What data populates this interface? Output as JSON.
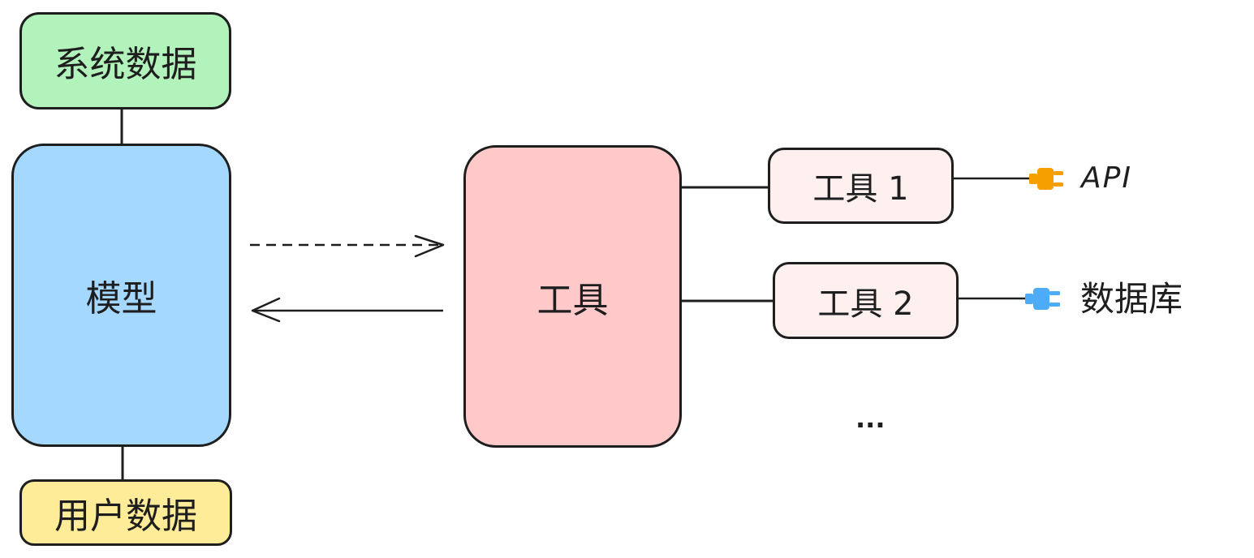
{
  "nodes": {
    "system_data": {
      "label": "系统数据",
      "fill": "#b2f2bb"
    },
    "model": {
      "label": "模型",
      "fill": "#a5d8ff"
    },
    "user_data": {
      "label": "用户数据",
      "fill": "#ffec99"
    },
    "tools": {
      "label": "工具",
      "fill": "#ffc9c9"
    },
    "tool_1": {
      "label": "工具 1",
      "fill": "#fff0f0"
    },
    "tool_2": {
      "label": "工具 2",
      "fill": "#fff0f0"
    }
  },
  "endpoints": {
    "api": {
      "label": "API",
      "icon": "plug-icon",
      "color": "#f59f00"
    },
    "database": {
      "label": "数据库",
      "icon": "plug-icon",
      "color": "#4dabf7"
    }
  },
  "more": "...",
  "colors": {
    "stroke": "#1e1e1e"
  }
}
